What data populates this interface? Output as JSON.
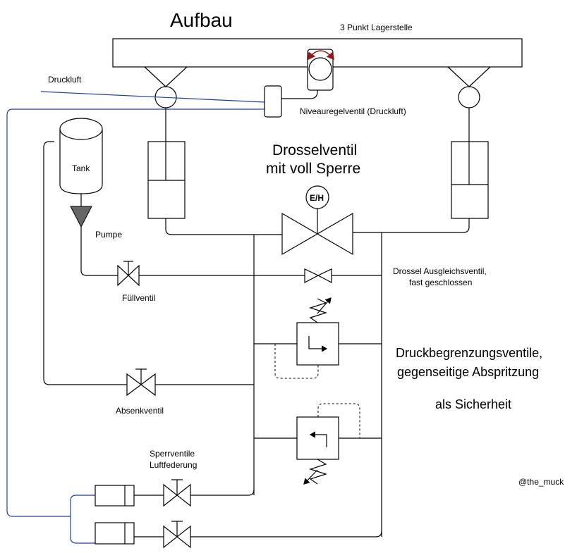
{
  "title": "Aufbau",
  "labels": {
    "three_point_bearing": "3 Punkt Lagerstelle",
    "compressed_air": "Druckluft",
    "level_valve": "Niveauregelventil (Druckluft)",
    "tank": "Tank",
    "pump": "Pumpe",
    "throttle_line1": "Drosselventil",
    "throttle_line2": "mit voll Sperre",
    "eh_badge": "E/H",
    "fill_valve": "Füllventil",
    "throttle_equalize_line1": "Drossel Ausgleichsventil,",
    "throttle_equalize_line2": "fast geschlossen",
    "pressure_relief_line1": "Druckbegrenzungsventile,",
    "pressure_relief_line2": "gegenseitige Abspritzung",
    "safety": "als Sicherheit",
    "lowering_valve": "Absenkventil",
    "shutoff_line1": "Sperrventile",
    "shutoff_line2": "Luftfederung",
    "watermark": "@the_muck"
  },
  "colors": {
    "line": "#000000",
    "air_line": "#1f3f9f",
    "pump_fill": "#666666",
    "arc_arrow": "#8b1a1a"
  }
}
